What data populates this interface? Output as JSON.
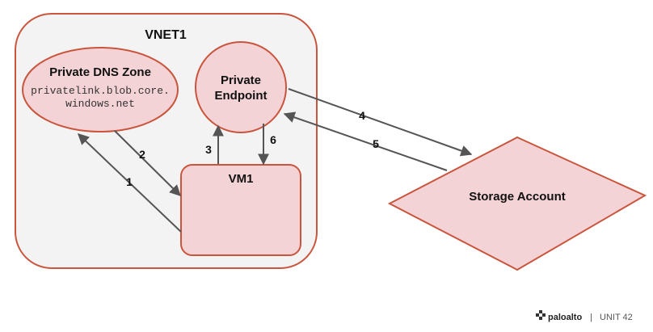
{
  "colors": {
    "node_fill": "#f4d3d6",
    "node_stroke": "#c9553d",
    "vnet_fill": "#f3f3f3",
    "arrow": "#555555",
    "text": "#111111"
  },
  "vnet": {
    "label": "VNET1"
  },
  "dns_zone": {
    "title": "Private DNS Zone",
    "domain_line1": "privatelink.blob.core.",
    "domain_line2": "windows.net"
  },
  "private_endpoint": {
    "line1": "Private",
    "line2": "Endpoint"
  },
  "vm": {
    "label": "VM1"
  },
  "storage": {
    "label": "Storage Account"
  },
  "steps": {
    "s1": "1",
    "s2": "2",
    "s3": "3",
    "s4": "4",
    "s5": "5",
    "s6": "6"
  },
  "logo": {
    "brand": "paloalto",
    "unit": "UNIT 42",
    "separator": "|"
  }
}
